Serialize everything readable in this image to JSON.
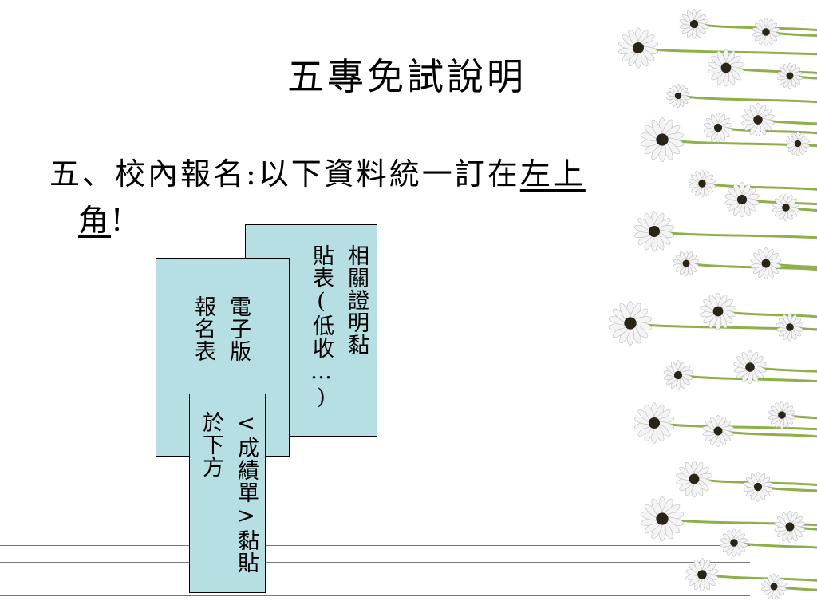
{
  "slide": {
    "title": "五專免試說明",
    "bullet": {
      "part1": "五、校內報名:以下資料統一訂在",
      "part2": "左上",
      "part3": "角",
      "part4": "!"
    }
  },
  "papers": {
    "back_text": "相關證明黏\n貼表(低收…)",
    "middle_text": "電子版\n報名表",
    "front_text": "<成績單>黏貼\n於下方"
  },
  "colors": {
    "paper_fill": "#b5dfe3",
    "petal": "#f4f4f4",
    "flower_center": "#2a2418",
    "stem": "#8db04a"
  },
  "icons": [
    "daisy-flower-icon"
  ]
}
